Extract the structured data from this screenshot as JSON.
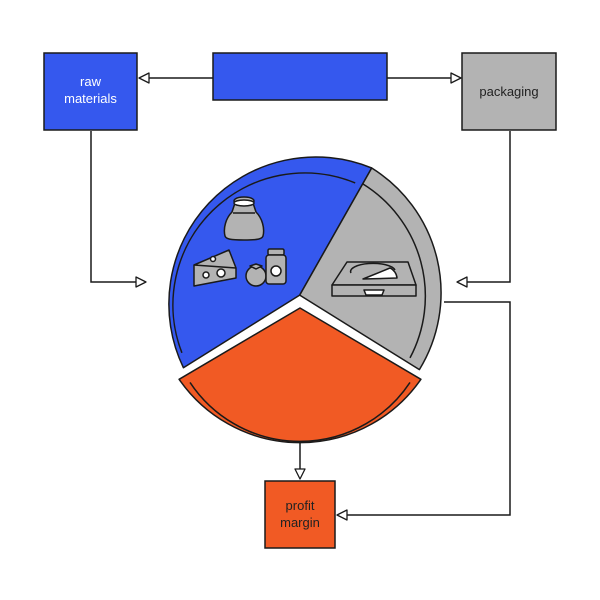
{
  "boxes": {
    "raw_materials": {
      "line1": "raw",
      "line2": "materials"
    },
    "packaging": {
      "label": "packaging"
    },
    "profit_margin": {
      "line1": "profit",
      "line2": "margin"
    },
    "top_center": {
      "label": ""
    }
  },
  "colors": {
    "blue": "#3558ee",
    "gray": "#b3b3b3",
    "orange": "#f15a24",
    "outline": "#1a1a1a"
  },
  "icons": [
    "flour-sack-icon",
    "cheese-icon",
    "tomato-icon",
    "jar-icon",
    "pizza-box-icon"
  ]
}
